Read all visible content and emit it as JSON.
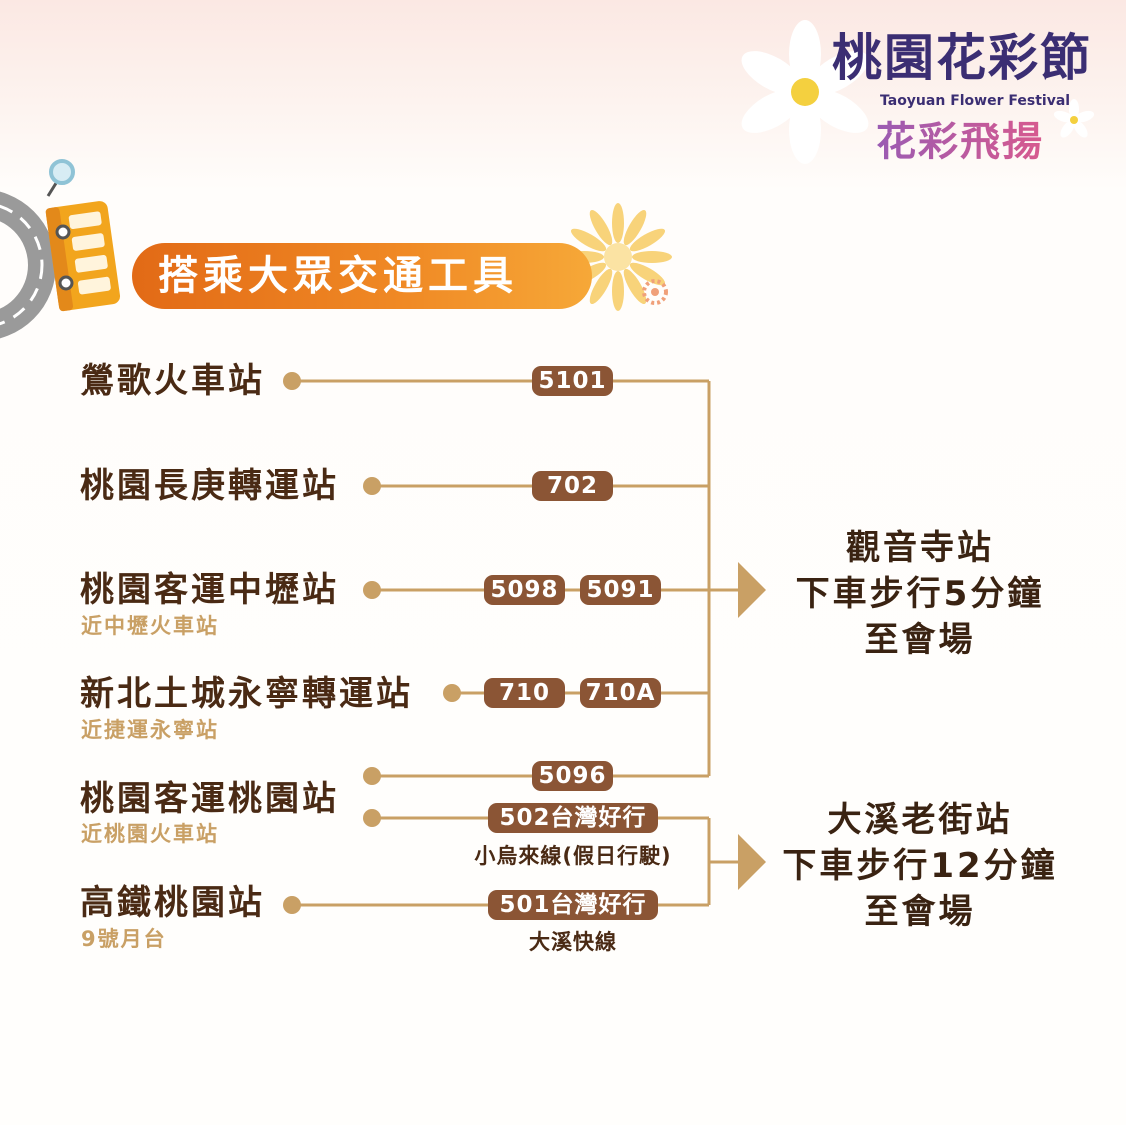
{
  "logo": {
    "title": "桃園花彩節",
    "subtitle_en": "Taoyuan Flower Festival",
    "tagline": "花彩飛揚"
  },
  "section_title": "搭乘大眾交通工具",
  "stations": [
    {
      "name": "鶯歌火車站",
      "note": ""
    },
    {
      "name": "桃園長庚轉運站",
      "note": ""
    },
    {
      "name": "桃園客運中壢站",
      "note": "近中壢火車站"
    },
    {
      "name": "新北土城永寧轉運站",
      "note": "近捷運永寧站"
    },
    {
      "name": "桃園客運桃園站",
      "note": "近桃園火車站"
    },
    {
      "name": "高鐵桃園站",
      "note": "9號月台"
    }
  ],
  "routes": {
    "r5101": "5101",
    "r702": "702",
    "r5098": "5098",
    "r5091": "5091",
    "r710": "710",
    "r710a": "710A",
    "r5096": "5096",
    "r502": "502台灣好行",
    "r502_note": "小烏來線(假日行駛)",
    "r501": "501台灣好行",
    "r501_note": "大溪快線"
  },
  "destinations": [
    {
      "line1": "觀音寺站",
      "line2": "下車步行5分鐘",
      "line3": "至會場"
    },
    {
      "line1": "大溪老街站",
      "line2": "下車步行12分鐘",
      "line3": "至會場"
    }
  ],
  "colors": {
    "line": "#c9a065",
    "pill": "#8b5535",
    "title_orange": "#ee7c1e",
    "text_dark": "#4a2a14"
  }
}
